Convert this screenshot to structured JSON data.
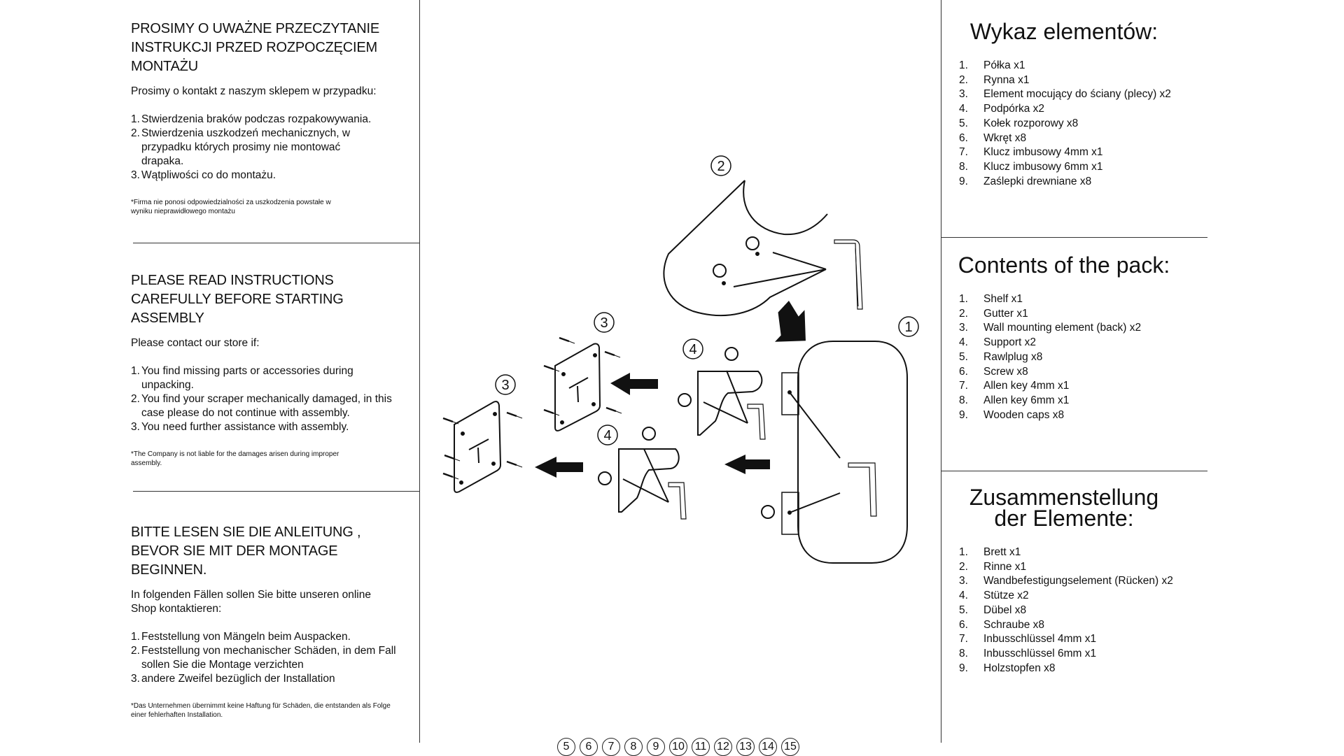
{
  "left": {
    "pl": {
      "title": "PROSIMY O UWAŻNE PRZECZYTANIE INSTRUKCJI PRZED ROZPOCZĘCIEM MONTAŻU",
      "intro": "Prosimy o kontakt z naszym sklepem w przypadku:",
      "items": [
        {
          "num": "1.",
          "text": "Stwierdzenia braków podczas rozpakowywania."
        },
        {
          "num": "2.",
          "text": "Stwierdzenia uszkodzeń mechanicznych, w przypadku których prosimy nie montować drapaka."
        },
        {
          "num": "3.",
          "text": "Wątpliwości co do montażu."
        }
      ],
      "note": "*Firma nie ponosi odpowiedzialności za uszkodzenia powstałe w wyniku nieprawidłowego montażu"
    },
    "en": {
      "title": "PLEASE READ INSTRUCTIONS CAREFULLY BEFORE STARTING ASSEMBLY",
      "intro": "Please contact our store if:",
      "items": [
        {
          "num": "1.",
          "text": "You find missing parts or accessories during unpacking."
        },
        {
          "num": "2.",
          "text": "You find your scraper mechanically damaged, in this case please do not continue with assembly."
        },
        {
          "num": "3.",
          "text": "You need further assistance with assembly."
        }
      ],
      "note": "*The Company is not liable for the damages arisen during improper assembly."
    },
    "de": {
      "title": "BITTE LESEN SIE DIE ANLEITUNG , BEVOR SIE MIT DER MONTAGE BEGINNEN.",
      "intro": "In folgenden Fällen sollen Sie bitte unseren online Shop kontaktieren:",
      "items": [
        {
          "num": "1.",
          "text": "Feststellung von Mängeln beim Auspacken."
        },
        {
          "num": "2.",
          "text": "Feststellung von mechanischer Schäden, in dem Fall sollen Sie die Montage verzichten"
        },
        {
          "num": "3.",
          "text": "andere Zweifel bezüglich der Installation"
        }
      ],
      "note": "*Das Unternehmen übernimmt keine Haftung für Schäden, die entstanden als Folge einer  fehlerhaften Installation."
    }
  },
  "right": {
    "pl": {
      "title": "Wykaz elementów:",
      "items": [
        {
          "n": "1.",
          "t": "Półka x1"
        },
        {
          "n": "2.",
          "t": "Rynna x1"
        },
        {
          "n": "3.",
          "t": "Element mocujący do ściany (plecy) x2"
        },
        {
          "n": "4.",
          "t": "Podpórka x2"
        },
        {
          "n": "5.",
          "t": "Kołek rozporowy x8"
        },
        {
          "n": "6.",
          "t": "Wkręt x8"
        },
        {
          "n": "7.",
          "t": "Klucz imbusowy 4mm x1"
        },
        {
          "n": "8.",
          "t": "Klucz imbusowy 6mm x1"
        },
        {
          "n": "9.",
          "t": "Zaślepki drewniane x8"
        }
      ]
    },
    "en": {
      "title": "Contents of the pack:",
      "items": [
        {
          "n": "1.",
          "t": "Shelf x1"
        },
        {
          "n": "2.",
          "t": "Gutter x1"
        },
        {
          "n": "3.",
          "t": "Wall mounting element (back) x2"
        },
        {
          "n": "4.",
          "t": "Support x2"
        },
        {
          "n": "5.",
          "t": "Rawlplug x8"
        },
        {
          "n": "6.",
          "t": "Screw x8"
        },
        {
          "n": "7.",
          "t": "Allen key 4mm x1"
        },
        {
          "n": "8.",
          "t": "Allen key 6mm x1"
        },
        {
          "n": "9.",
          "t": "Wooden caps x8"
        }
      ]
    },
    "de": {
      "title_line1": "Zusammenstellung",
      "title_line2": "der Elemente:",
      "items": [
        {
          "n": "1.",
          "t": "Brett x1"
        },
        {
          "n": "2.",
          "t": "Rinne x1"
        },
        {
          "n": "3.",
          "t": "Wandbefestigungselement (Rücken) x2"
        },
        {
          "n": "4.",
          "t": "Stütze x2"
        },
        {
          "n": "5.",
          "t": "Dübel x8"
        },
        {
          "n": "6.",
          "t": "Schraube x8"
        },
        {
          "n": "7.",
          "t": "Inbusschlüssel 4mm x1"
        },
        {
          "n": "8.",
          "t": "Inbusschlüssel 6mm x1"
        },
        {
          "n": "9.",
          "t": "Holzstopfen x8"
        }
      ]
    }
  },
  "diagram": {
    "labels": {
      "shelf": "1",
      "gutter": "2",
      "mount_a": "3",
      "mount_b": "3",
      "support_a": "4",
      "support_b": "4"
    }
  },
  "steps": [
    "5",
    "6",
    "7",
    "8",
    "9",
    "10",
    "11",
    "12",
    "13",
    "14",
    "15"
  ]
}
